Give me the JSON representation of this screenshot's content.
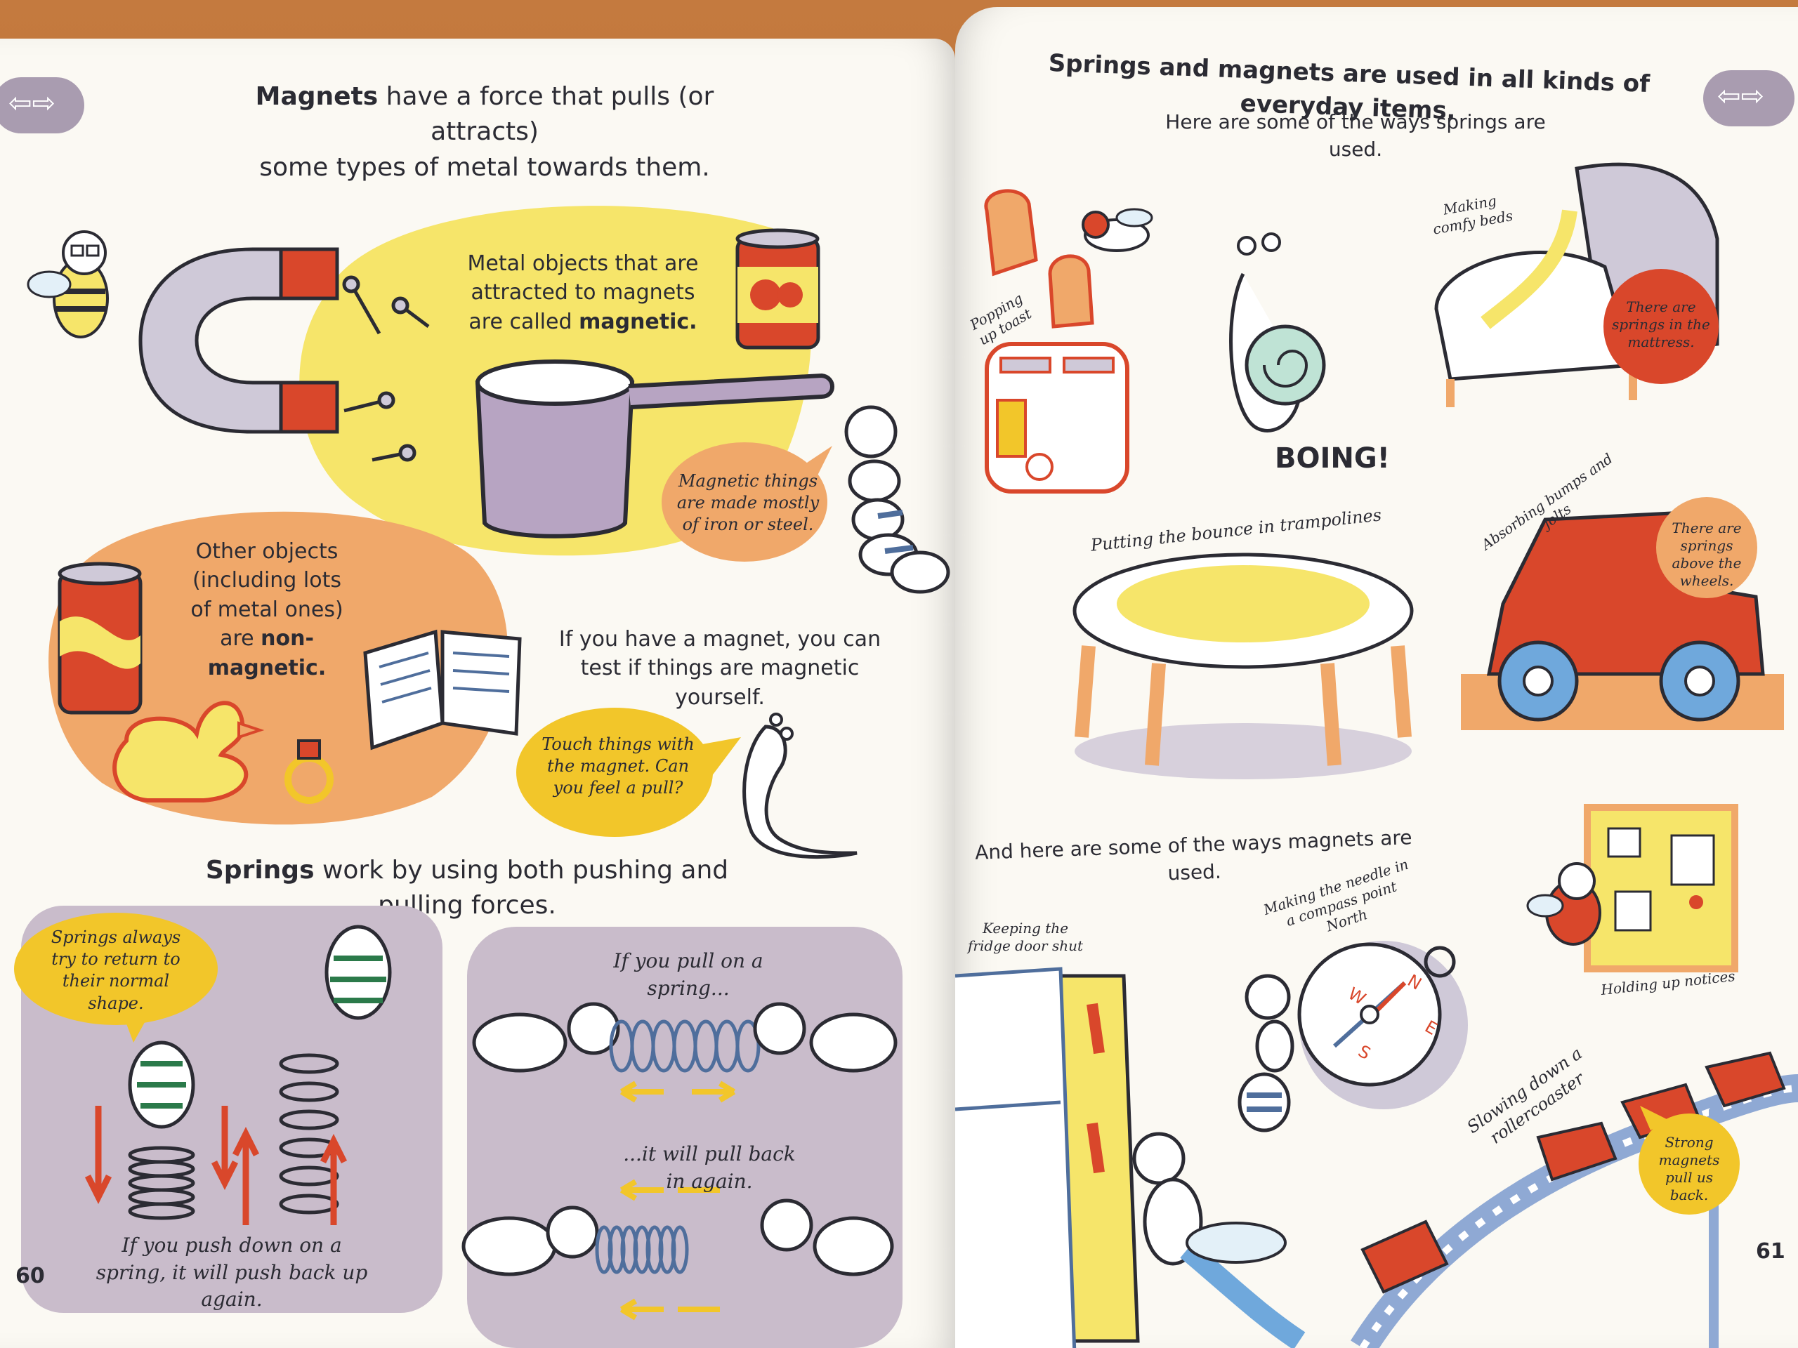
{
  "left_page": {
    "magnets_heading_bold": "Magnets",
    "magnets_heading_rest": " have a force that pulls (or attracts)",
    "magnets_heading_line2": "some types of metal towards them.",
    "magnetic_objects_text": "Metal objects that are attracted to magnets are called",
    "magnetic_word": "magnetic.",
    "magnetic_things_bubble": "Magnetic things are made mostly of iron or steel.",
    "other_objects_text": "Other objects (including lots of metal ones) are",
    "non_magnetic_word": "non-magnetic.",
    "test_text": "If you have a magnet, you can test if things are magnetic yourself.",
    "touch_bubble": "Touch things with the magnet. Can you feel a pull?",
    "springs_heading_bold": "Springs",
    "springs_heading_rest": " work by using both pushing and pulling forces.",
    "springs_return_bubble": "Springs always try to return to their normal shape.",
    "push_text": "If you push down on a spring, it will push back up again.",
    "pull_text": "If you pull on a spring...",
    "pull_back_text": "...it will pull back in again.",
    "page_number": "60"
  },
  "right_page": {
    "heading": "Springs and magnets are used in all kinds of everyday items.",
    "springs_subheading": "Here are some of the ways springs are used.",
    "toast_label": "Popping up toast",
    "beds_label": "Making comfy beds",
    "mattress_bubble": "There are springs in the mattress.",
    "boing": "BOING!",
    "trampoline_label": "Putting the bounce in trampolines",
    "bumps_label": "Absorbing bumps and jolts",
    "wheels_bubble": "There are springs above the wheels.",
    "magnets_subheading": "And here are some of the ways magnets are used.",
    "fridge_label": "Keeping the fridge door shut",
    "compass_label": "Making the needle in a compass point North",
    "compass_letters": [
      "N",
      "E",
      "S",
      "W"
    ],
    "notices_label": "Holding up notices",
    "rollercoaster_label": "Slowing down a rollercoaster",
    "strong_magnets_bubble": "Strong magnets pull us back.",
    "page_number": "61"
  },
  "colors": {
    "page": "#fbf9f3",
    "yellow": "#f6e56a",
    "orange": "#f0a86a",
    "purple": "#c9bccb",
    "red": "#d9472b",
    "ink": "#2b2b33",
    "bubble_yellow": "#f2c62a"
  }
}
